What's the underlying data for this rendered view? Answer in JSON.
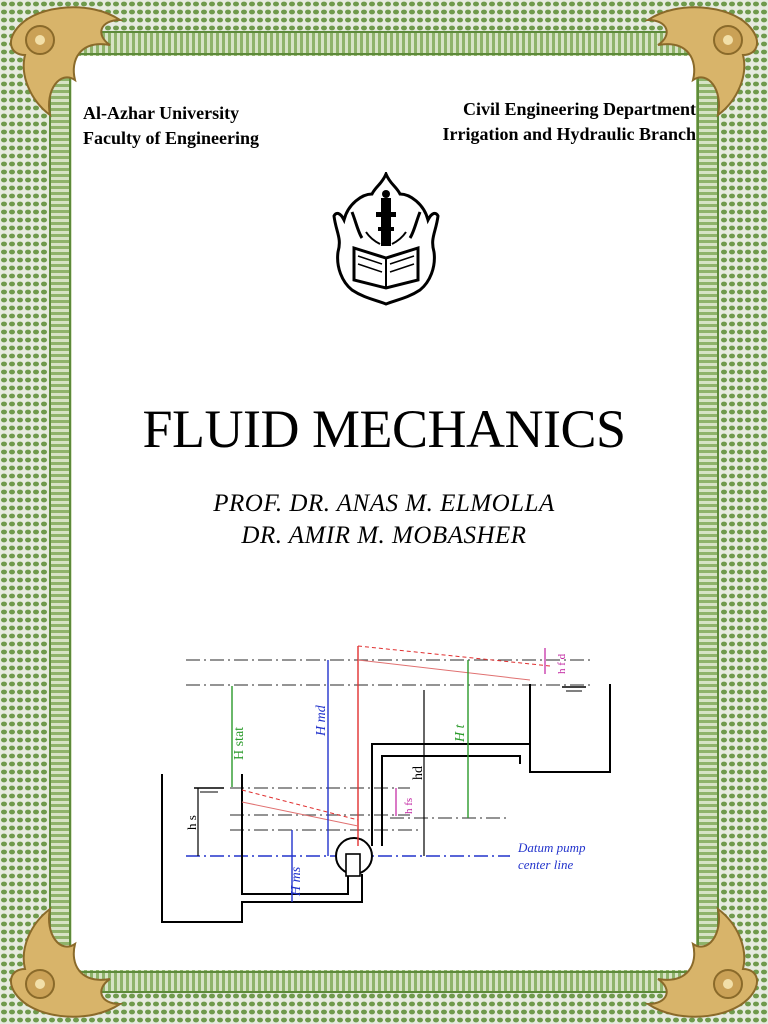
{
  "header": {
    "left_line_1": "Al-Azhar University",
    "left_line_2": "Faculty of Engineering",
    "right_line_1": "Civil Engineering Department",
    "right_line_2": "Irrigation and Hydraulic Branch"
  },
  "logo": {
    "icon": "al-azhar-emblem-icon"
  },
  "title": "FLUID MECHANICS",
  "authors": [
    "PROF. DR. ANAS M. ELMOLLA",
    "DR. AMIR M. MOBASHER"
  ],
  "diagram": {
    "labels": {
      "h_stat": "H stat",
      "h_md": "H md",
      "h_t": "H t",
      "hd": "hd",
      "h_fd": "h f d",
      "h_fs": "h fs",
      "h_s": "h s",
      "h_ms": "H ms",
      "datum_1": "Datum pump",
      "datum_2": "center line"
    }
  },
  "colors": {
    "border_green": "#7a9a4a",
    "ornament_gold": "#c9a45a",
    "red_line": "#e03030",
    "green_line": "#2a9a2a",
    "blue_line": "#2233cc",
    "magenta_label": "#c020a0"
  }
}
